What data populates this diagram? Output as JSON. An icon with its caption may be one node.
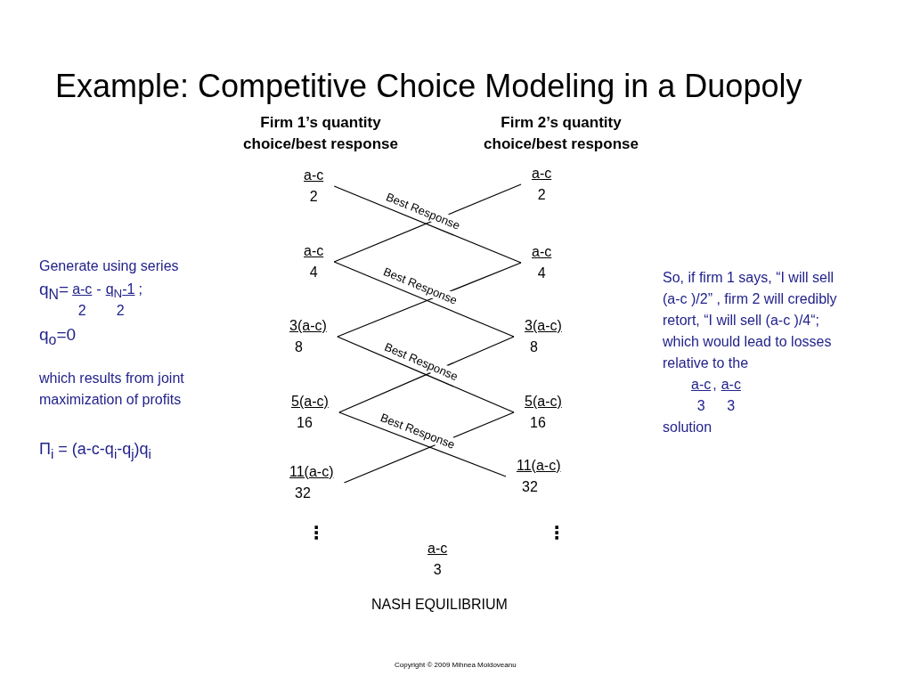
{
  "diagram": {
    "title": "Example: Competitive Choice Modeling in a Duopoly",
    "nodes": [
      {
        "text": [
          "a-c",
          "2"
        ]
      },
      {
        "text": [
          "a-c",
          "2"
        ]
      },
      {
        "text": [
          "a-c",
          "4"
        ]
      },
      {
        "text": [
          "a-c",
          "4"
        ]
      },
      {
        "text": [
          "3(a-c)",
          "8"
        ]
      },
      {
        "text": [
          "3(a-c)",
          "8"
        ]
      },
      {
        "text": [
          "5(a-c)",
          "16"
        ]
      },
      {
        "text": [
          "5(a-c)",
          "16"
        ]
      },
      {
        "text": [
          "11(a-c)",
          "32"
        ]
      },
      {
        "text": [
          "11(a-c)",
          "32"
        ]
      }
    ],
    "edges": [
      {
        "from": 0,
        "to": 3,
        "arrow": "none",
        "label": "Best Response"
      },
      {
        "from": 1,
        "to": 2,
        "arrow": "none"
      },
      {
        "from": 2,
        "to": 5,
        "arrow": "none",
        "label": "Best Response"
      },
      {
        "from": 3,
        "to": 4,
        "arrow": "none"
      },
      {
        "from": 4,
        "to": 7,
        "arrow": "none",
        "label": "Best Response"
      },
      {
        "from": 5,
        "to": 6,
        "arrow": "none"
      },
      {
        "from": 6,
        "to": 9,
        "arrow": "none",
        "label": "Best Response"
      },
      {
        "from": 7,
        "to": 8,
        "arrow": "none"
      }
    ],
    "labels": [
      "Firm 1’s quantity choice/best response",
      "Firm 2’s quantity choice/best response",
      "Generate using series",
      "q$_{N}$=",
      "a-c",
      "-",
      "q$_{N}$-1",
      ";",
      "2",
      "2",
      "q$_{o}$=0",
      "which results from joint maximization of profits",
      "Π$_{i}$ = (a-c-q$_{i}$-q$_{j}$)q$_{i}$",
      "So, if firm 1 says, “I will sell (a-c )/2” , firm 2 will credibly retort, “I will sell (a-c )/4“; which would lead to losses relative to the",
      "a-c",
      ",",
      "a-c",
      "3",
      "3",
      "solution",
      "⋮",
      "⋮",
      "a-c",
      "3",
      "NASH EQUILIBRIUM",
      "Copyright © 2009 Mihnea Moldoveanu"
    ]
  }
}
